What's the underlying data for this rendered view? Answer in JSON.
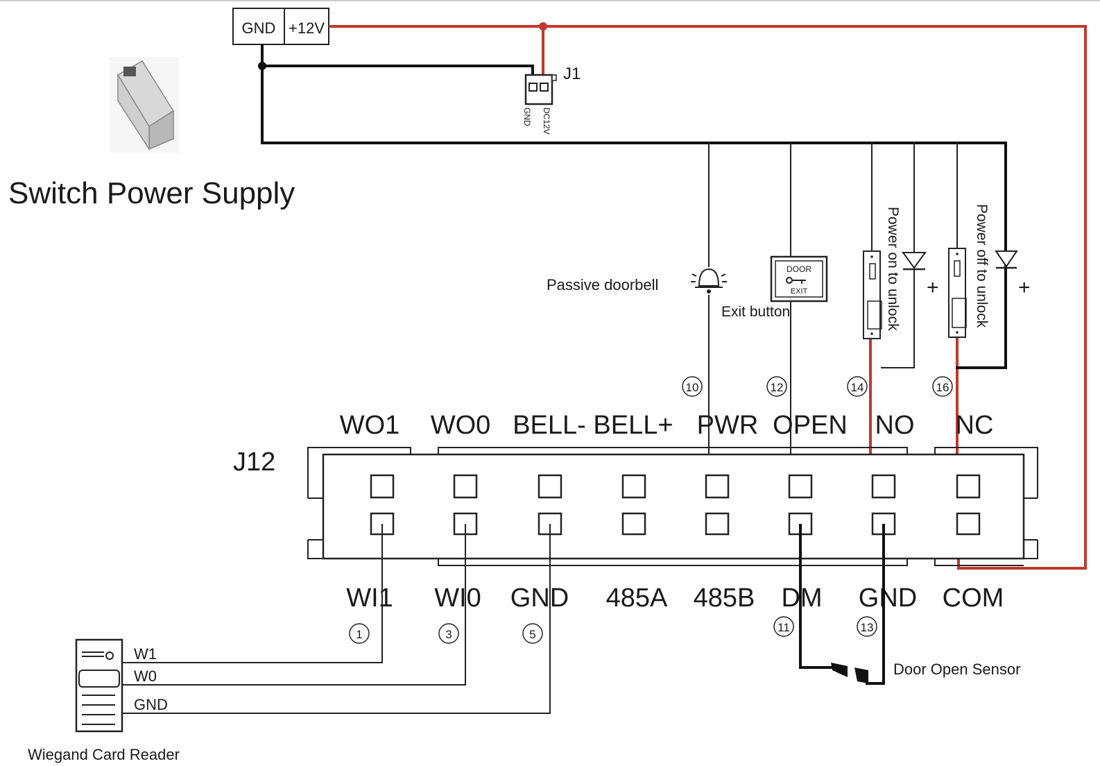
{
  "power": {
    "gnd_label": "GND",
    "v12_label": "+12V",
    "title": "Switch Power Supply",
    "j1_label": "J1",
    "j1_gnd": "GND",
    "j1_dc": "DC12V"
  },
  "connector": {
    "name": "J12",
    "top_labels": [
      "WO1",
      "WO0",
      "BELL-",
      "BELL+",
      "PWR",
      "OPEN",
      "NO",
      "NC"
    ],
    "bottom_labels": [
      "WI1",
      "WI0",
      "GND",
      "485A",
      "485B",
      "DM",
      "GND",
      "COM"
    ],
    "top_pin_numbers": [
      "10",
      "12",
      "14",
      "16"
    ],
    "bottom_pin_numbers": [
      "1",
      "3",
      "5",
      "11",
      "13"
    ]
  },
  "devices": {
    "doorbell": "Passive doorbell",
    "exit_button": "Exit button",
    "door_text": "DOOR",
    "exit_text": "EXIT",
    "lock_no": "Power on to unlock",
    "lock_nc": "Power off to unlock",
    "plus": "+",
    "door_sensor": "Door Open Sensor",
    "reader": "Wiegand Card Reader",
    "reader_w1": "W1",
    "reader_w0": "W0",
    "reader_gnd": "GND"
  },
  "colors": {
    "power_wire": "#c0392b",
    "ground_wire": "#111111"
  }
}
